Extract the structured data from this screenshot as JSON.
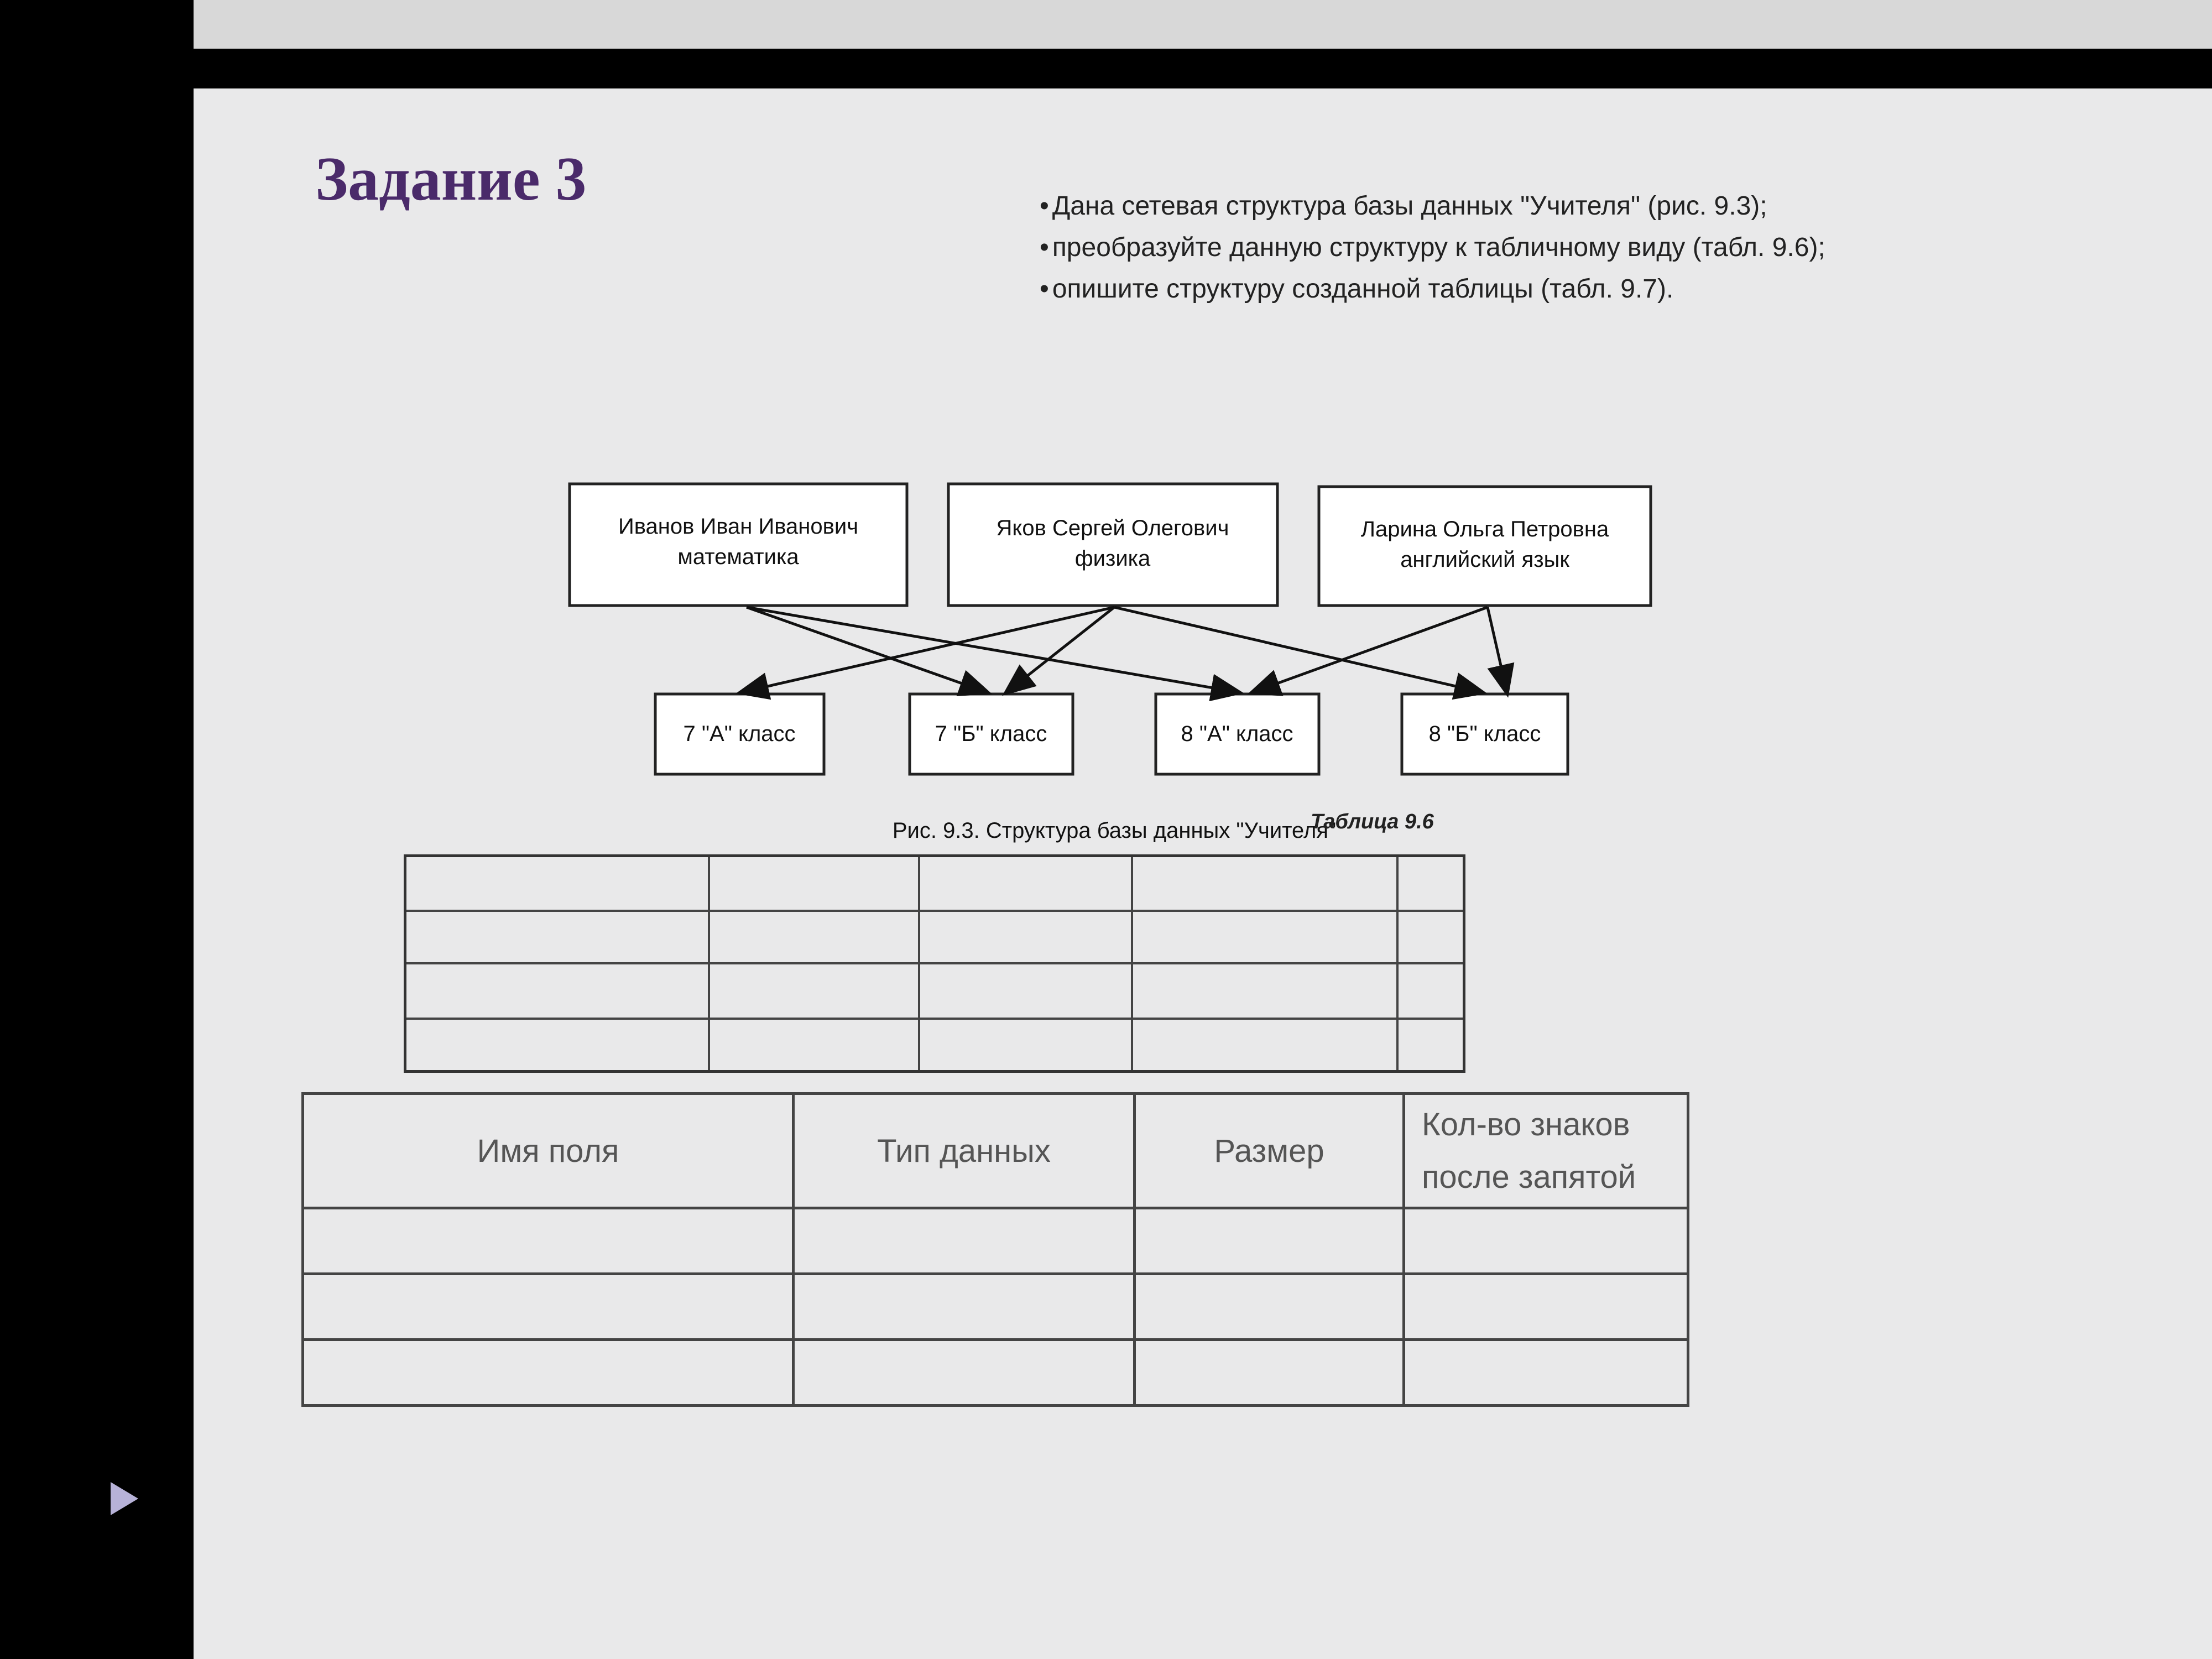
{
  "slide": {
    "title": "Задание 3",
    "bullets": [
      "Дана сетевая структура базы данных \"Учителя\" (рис. 9.3);",
      "преобразуйте данную структуру к табличному виду (табл. 9.6);",
      "опишите структуру созданной таблицы (табл. 9.7)."
    ]
  },
  "diagram": {
    "teachers": [
      {
        "name": "Иванов Иван Иванович",
        "subject": "математика"
      },
      {
        "name": "Яков Сергей Олегович",
        "subject": "физика"
      },
      {
        "name": "Ларина Ольга Петровна",
        "subject": "английский язык"
      }
    ],
    "classes": [
      "7 \"А\" класс",
      "7 \"Б\" класс",
      "8 \"А\" класс",
      "8 \"Б\" класс"
    ],
    "caption": "Рис. 9.3. Структура базы данных \"Учителя\""
  },
  "table96": {
    "caption": "Таблица 9.6"
  },
  "table97": {
    "headers": [
      "Имя поля",
      "Тип данных",
      "Размер",
      "Кол-во знаков после запятой"
    ]
  },
  "colors": {
    "title": "#4a2a6a",
    "slide_bg": "#e9e9ea",
    "frame": "#000000"
  }
}
